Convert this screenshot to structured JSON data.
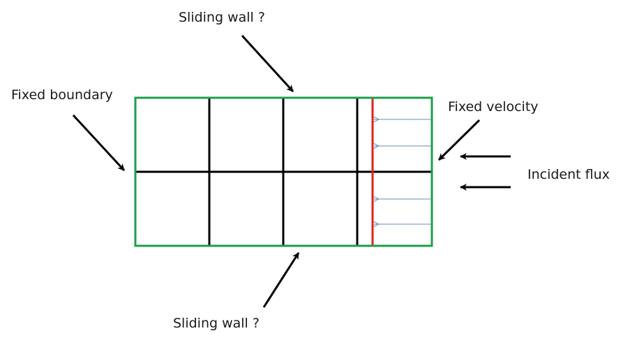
{
  "labels": {
    "top_wall": "Sliding wall ?",
    "bottom_wall": "Sliding wall ?",
    "left_boundary": "Fixed boundary",
    "right_velocity": "Fixed velocity",
    "incident": "Incident flux"
  },
  "colors": {
    "boundary": "#1e9e4a",
    "grid": "#000000",
    "fixed_velocity_line": "#e0201c",
    "velocity_arrows": "#6a8ab5",
    "callout_arrows": "#000000",
    "text": "#1a1a1a"
  }
}
